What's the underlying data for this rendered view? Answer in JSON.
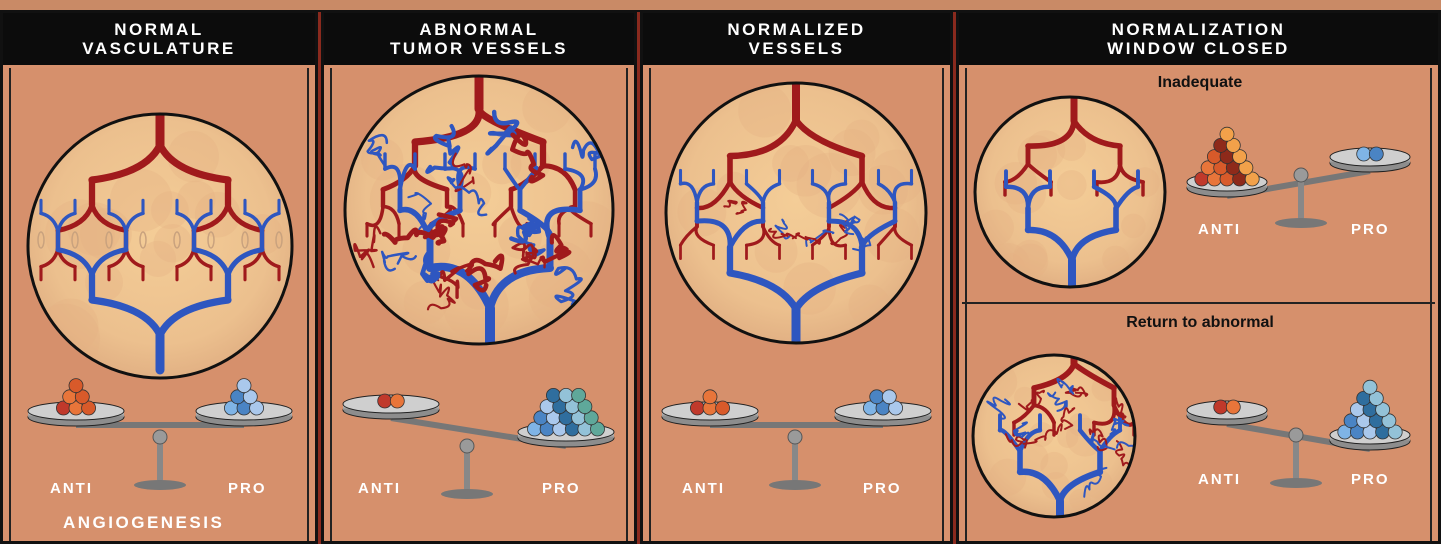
{
  "panels": [
    {
      "line1": "NORMAL",
      "line2": "VASCULATURE"
    },
    {
      "line1": "ABNORMAL",
      "line2": "TUMOR VESSELS"
    },
    {
      "line1": "NORMALIZED",
      "line2": "VESSELS"
    },
    {
      "line1": "NORMALIZATION",
      "line2": "WINDOW CLOSED"
    }
  ],
  "balance": {
    "anti": "ANTI",
    "pro": "PRO"
  },
  "footer": "ANGIOGENESIS",
  "sub": {
    "inadequate": "Inadequate",
    "return": "Return to abnormal"
  },
  "colors": {
    "artery": "#a01a1c",
    "vein": "#2e56c0",
    "background": "#8a2a1e",
    "panel": "#d8926e",
    "header": "#0c0c0c"
  }
}
